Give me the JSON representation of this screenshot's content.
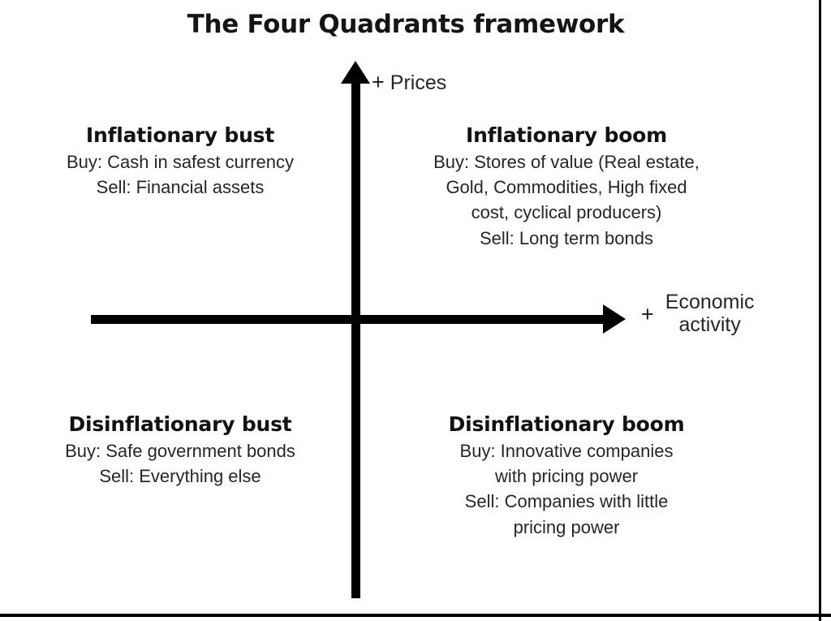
{
  "slide": {
    "title": "The Four Quadrants framework",
    "background_color": "#ffffff",
    "ink_color": "#000000"
  },
  "axes": {
    "vertical": {
      "plus": "+",
      "label": "Prices",
      "direction": "up",
      "arrow_icon": "arrow-up-icon"
    },
    "horizontal": {
      "plus": "+",
      "label_line1": "Economic",
      "label_line2": "activity",
      "direction": "right",
      "arrow_icon": "arrow-right-icon"
    }
  },
  "quadrants": [
    {
      "position": "top-left",
      "heading": "Inflationary bust",
      "lines": [
        "Buy: Cash in safest currency",
        "Sell: Financial assets"
      ]
    },
    {
      "position": "top-right",
      "heading": "Inflationary boom",
      "lines": [
        "Buy: Stores of value (Real estate,",
        "Gold, Commodities, High fixed",
        "cost, cyclical producers)",
        "Sell: Long term bonds"
      ]
    },
    {
      "position": "bottom-left",
      "heading": "Disinflationary bust",
      "lines": [
        "Buy: Safe government bonds",
        "Sell: Everything else"
      ]
    },
    {
      "position": "bottom-right",
      "heading": "Disinflationary boom",
      "lines": [
        "Buy: Innovative companies",
        "with pricing power",
        "Sell: Companies with little",
        "pricing power"
      ]
    }
  ]
}
